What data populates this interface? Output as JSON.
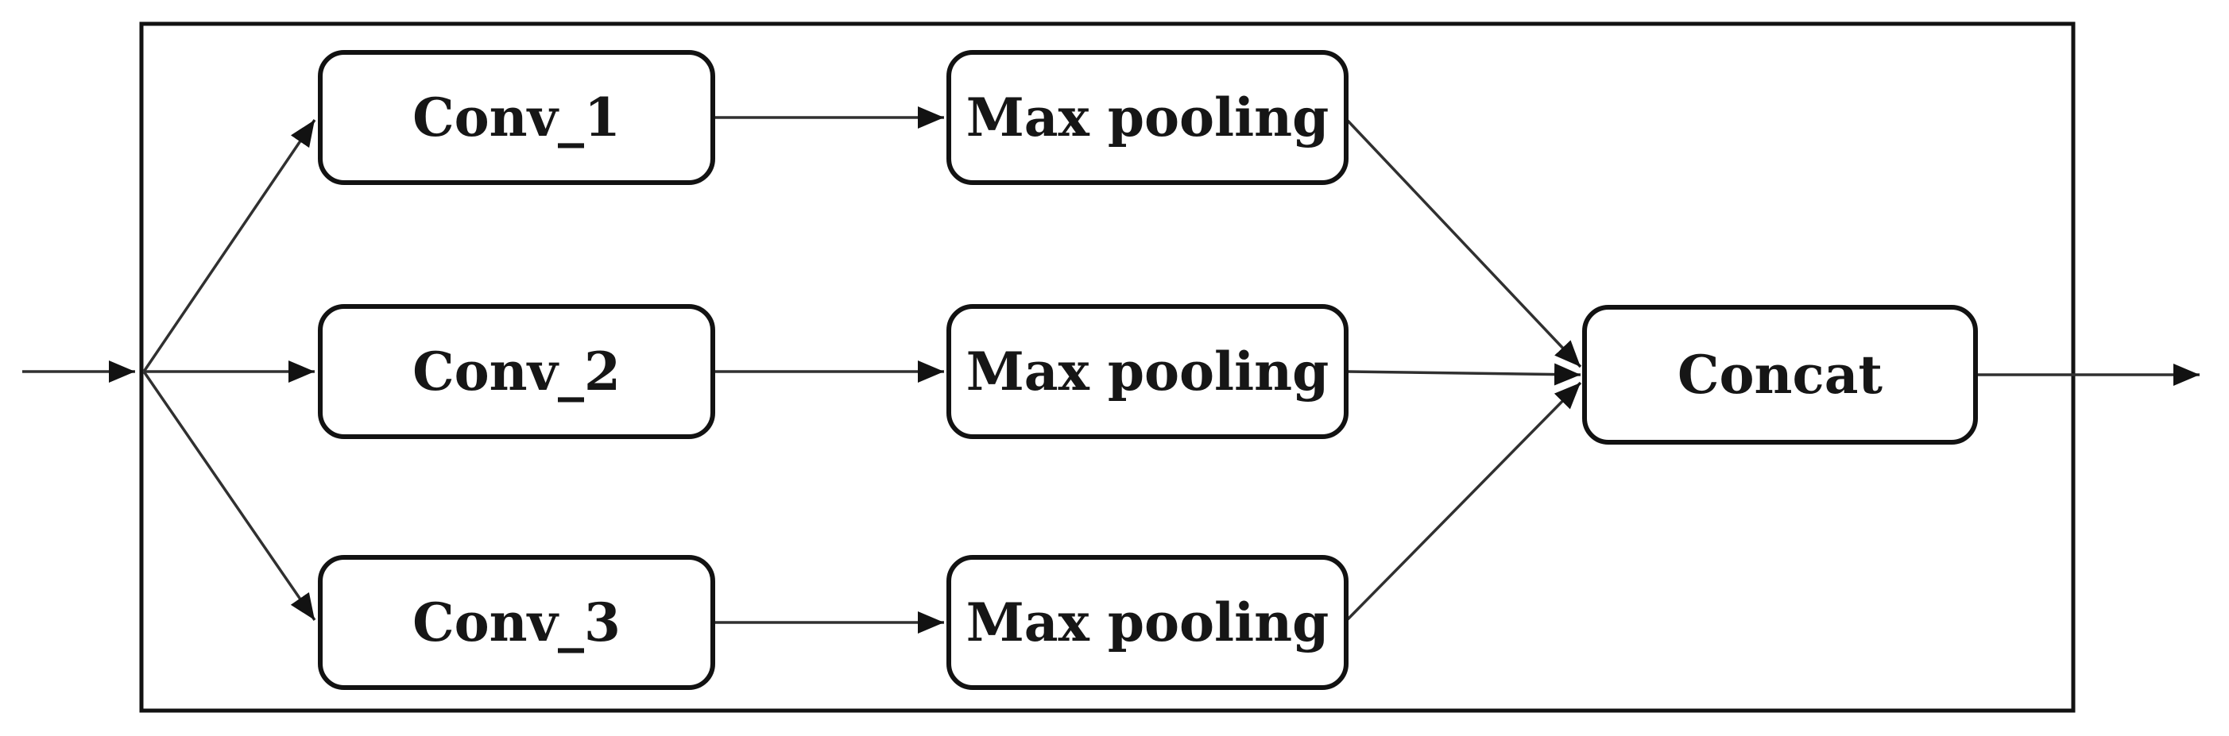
{
  "diagram": {
    "kind": "flow-diagram",
    "description": "Parallel convolution block: input splits into three Conv branches, each followed by Max pooling, merged by Concat",
    "background_color": "#ffffff",
    "box_fill_color": "#ffffff",
    "box_stroke_color": "#121212",
    "edge_color": "#303030",
    "nodes": [
      {
        "id": "conv_1",
        "label": "Conv_1",
        "row": 1,
        "column": 1
      },
      {
        "id": "conv_2",
        "label": "Conv_2",
        "row": 2,
        "column": 1
      },
      {
        "id": "conv_3",
        "label": "Conv_3",
        "row": 3,
        "column": 1
      },
      {
        "id": "max_pooling_1",
        "label": "Max pooling",
        "row": 1,
        "column": 2
      },
      {
        "id": "max_pooling_2",
        "label": "Max pooling",
        "row": 2,
        "column": 2
      },
      {
        "id": "max_pooling_3",
        "label": "Max pooling",
        "row": 3,
        "column": 2
      },
      {
        "id": "concat",
        "label": "Concat",
        "row": 2,
        "column": 3
      }
    ],
    "edges": [
      {
        "from": "input",
        "to": "split-point"
      },
      {
        "from": "split-point",
        "to": "conv_1"
      },
      {
        "from": "split-point",
        "to": "conv_2"
      },
      {
        "from": "split-point",
        "to": "conv_3"
      },
      {
        "from": "conv_1",
        "to": "max_pooling_1"
      },
      {
        "from": "conv_2",
        "to": "max_pooling_2"
      },
      {
        "from": "conv_3",
        "to": "max_pooling_3"
      },
      {
        "from": "max_pooling_1",
        "to": "concat"
      },
      {
        "from": "max_pooling_2",
        "to": "concat"
      },
      {
        "from": "max_pooling_3",
        "to": "concat"
      },
      {
        "from": "concat",
        "to": "output"
      }
    ]
  }
}
